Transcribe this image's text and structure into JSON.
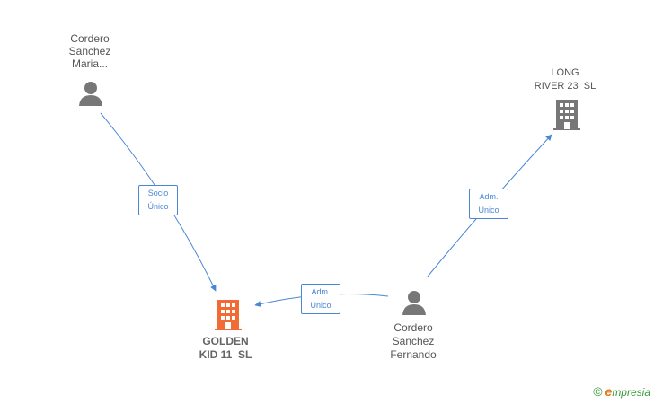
{
  "nodes": {
    "person_maria": {
      "lines": [
        "Cordero",
        "Sanchez",
        "Maria..."
      ],
      "icon": "person-icon"
    },
    "company_long_river": {
      "lines": [
        "LONG",
        "RIVER 23  SL"
      ],
      "icon": "building-icon"
    },
    "company_golden_kid": {
      "lines": [
        "GOLDEN",
        "KID 11  SL"
      ],
      "icon": "building-icon"
    },
    "person_fernando": {
      "lines": [
        "Cordero",
        "Sanchez",
        "Fernando"
      ],
      "icon": "person-icon"
    }
  },
  "edges": {
    "maria_to_golden": {
      "lines": [
        "Socio",
        "Único"
      ]
    },
    "fernando_to_golden": {
      "lines": [
        "Adm.",
        "Unico"
      ]
    },
    "fernando_to_longriver": {
      "lines": [
        "Adm.",
        "Unico"
      ]
    }
  },
  "brand": {
    "symbol": "©",
    "first_letter": "e",
    "rest": "mpresia"
  },
  "colors": {
    "edge": "#4a86d4",
    "icon_gray": "#777777",
    "icon_highlight": "#f26b35",
    "brand_green": "#3a9a3a",
    "brand_orange": "#e07a1a"
  }
}
